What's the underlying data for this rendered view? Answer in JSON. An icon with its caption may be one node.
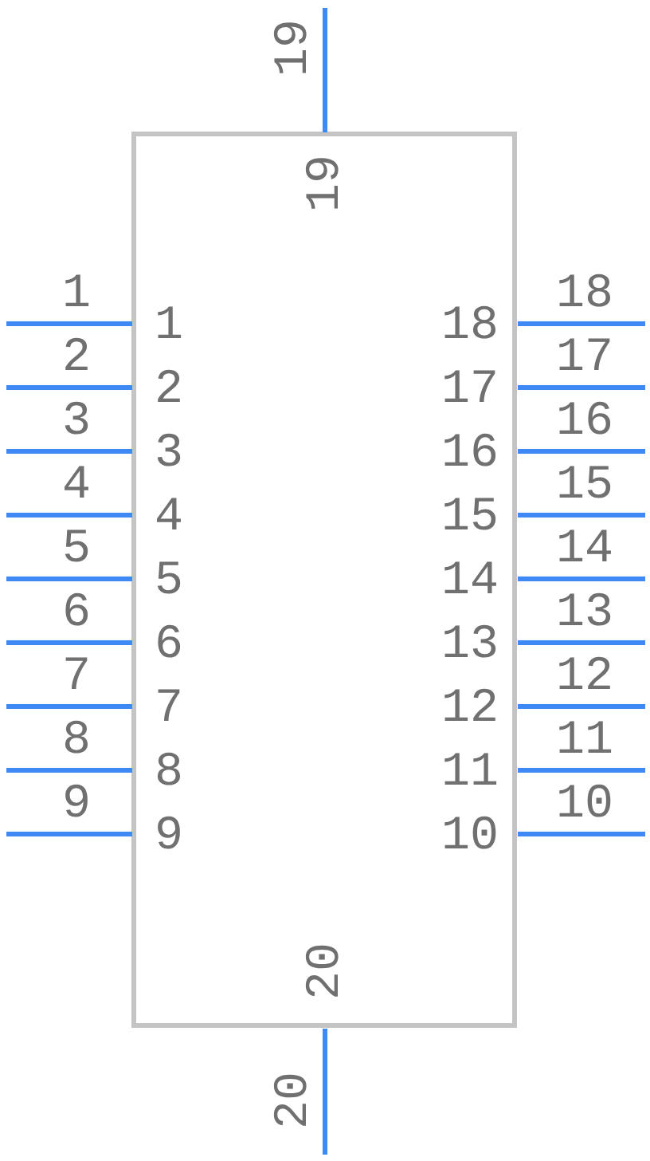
{
  "diagram": {
    "labels": [
      "19",
      "19",
      "1",
      "1",
      "18",
      "18",
      "2",
      "2",
      "17",
      "17",
      "3",
      "3",
      "16",
      "16",
      "4",
      "4",
      "15",
      "15",
      "5",
      "5",
      "14",
      "14",
      "6",
      "6",
      "13",
      "13",
      "7",
      "7",
      "12",
      "12",
      "8",
      "8",
      "11",
      "11",
      "9",
      "9",
      "10",
      "10",
      "20",
      "20"
    ]
  }
}
